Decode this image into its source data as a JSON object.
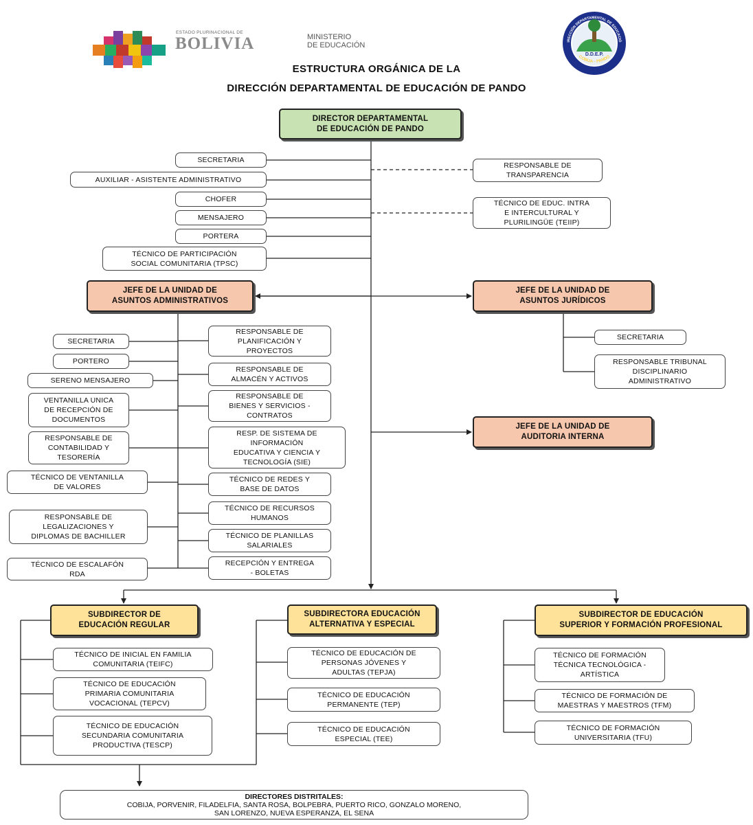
{
  "header": {
    "bolivia_small": "ESTADO PLURINACIONAL DE",
    "bolivia_big": "BOLIVIA",
    "ministry": "MINISTERIO\nDE EDUCACIÓN",
    "seal_top": "DIRECCIÓN DEPARTAMENTAL DE EDUCACIÓN",
    "seal_center": "D.D.E.P.",
    "seal_bottom": "COBIJA - PANDO"
  },
  "title_line1": "ESTRUCTURA ORGÁNICA DE LA",
  "title_line2": "DIRECCIÓN DEPARTAMENTAL DE EDUCACIÓN DE PANDO",
  "director": "DIRECTOR DEPARTAMENTAL\nDE EDUCACIÓN DE PANDO",
  "staff_left": [
    "SECRETARIA",
    "AUXILIAR - ASISTENTE ADMINISTRATIVO",
    "CHOFER",
    "MENSAJERO",
    "PORTERA",
    "TÉCNICO DE PARTICIPACIÓN\nSOCIAL COMUNITARIA (TPSC)"
  ],
  "staff_right": [
    "RESPONSABLE DE\nTRANSPARENCIA",
    "TÉCNICO DE EDUC. INTRA\nE INTERCULTURAL Y\nPLURILINGÜE (TEIIP)"
  ],
  "admin": {
    "title": "JEFE DE LA UNIDAD DE\nASUNTOS ADMINISTRATIVOS",
    "left": [
      "SECRETARIA",
      "PORTERO",
      "SERENO MENSAJERO",
      "VENTANILLA UNICA\nDE RECEPCIÓN DE\nDOCUMENTOS",
      "RESPONSABLE DE\nCONTABILIDAD Y\nTESORERÍA",
      "TÉCNICO DE VENTANILLA\nDE VALORES",
      "RESPONSABLE DE\nLEGALIZACIONES Y\nDIPLOMAS DE BACHILLER",
      "TÉCNICO DE ESCALAFÓN\nRDA"
    ],
    "right": [
      "RESPONSABLE DE\nPLANIFICACIÓN Y\nPROYECTOS",
      "RESPONSABLE DE\nALMACÉN Y ACTIVOS",
      "RESPONSABLE DE\nBIENES Y SERVICIOS -\nCONTRATOS",
      "RESP. DE SISTEMA DE\nINFORMACIÓN\nEDUCATIVA Y CIENCIA Y\nTECNOLOGÍA (SIE)",
      "TÉCNICO DE REDES Y\nBASE DE DATOS",
      "TÉCNICO DE RECURSOS\nHUMANOS",
      "TÉCNICO DE PLANILLAS\nSALARIALES",
      "RECEPCIÓN Y ENTREGA\n- BOLETAS"
    ]
  },
  "juridicos": {
    "title": "JEFE DE LA UNIDAD DE\nASUNTOS JURÍDICOS",
    "children": [
      "SECRETARIA",
      "RESPONSABLE TRIBUNAL\nDISCIPLINARIO\nADMINISTRATIVO"
    ]
  },
  "auditoria": {
    "title": "JEFE DE LA UNIDAD DE\nAUDITORIA INTERNA"
  },
  "sub_regular": {
    "title": "SUBDIRECTOR DE\nEDUCACIÓN REGULAR",
    "children": [
      "TÉCNICO DE INICIAL EN FAMILIA\nCOMUNITARIA (TEIFC)",
      "TÉCNICO DE EDUCACIÓN\nPRIMARIA COMUNITARIA\nVOCACIONAL (TEPCV)",
      "TÉCNICO DE EDUCACIÓN\nSECUNDARIA COMUNITARIA\nPRODUCTIVA (TESCP)"
    ]
  },
  "sub_alternativa": {
    "title": "SUBDIRECTORA EDUCACIÓN\nALTERNATIVA Y ESPECIAL",
    "children": [
      "TÉCNICO DE EDUCACIÓN DE\nPERSONAS JÓVENES Y\nADULTAS (TEPJA)",
      "TÉCNICO DE EDUCACIÓN\nPERMANENTE (TEP)",
      "TÉCNICO DE EDUCACIÓN\nESPECIAL (TEE)"
    ]
  },
  "sub_superior": {
    "title": "SUBDIRECTOR DE EDUCACIÓN\nSUPERIOR Y FORMACIÓN PROFESIONAL",
    "children": [
      "TÉCNICO DE FORMACIÓN\nTÉCNICA TECNOLÓGICA -\nARTÍSTICA",
      "TÉCNICO DE FORMACIÓN DE\nMAESTRAS Y MAESTROS (TFM)",
      "TÉCNICO DE FORMACIÓN\nUNIVERSITARIA (TFU)"
    ]
  },
  "distritales": {
    "title": "DIRECTORES DISTRITALES:",
    "line1": "COBIJA, PORVENIR, FILADELFIA, SANTA ROSA, BOLPEBRA, PUERTO RICO, GONZALO MORENO,",
    "line2": "SAN LORENZO, NUEVA ESPERANZA, EL SENA"
  },
  "colors": {
    "director_fill": "#c9e2b3",
    "unit_fill": "#f6c6ad",
    "subdirector_fill": "#ffe29a"
  }
}
